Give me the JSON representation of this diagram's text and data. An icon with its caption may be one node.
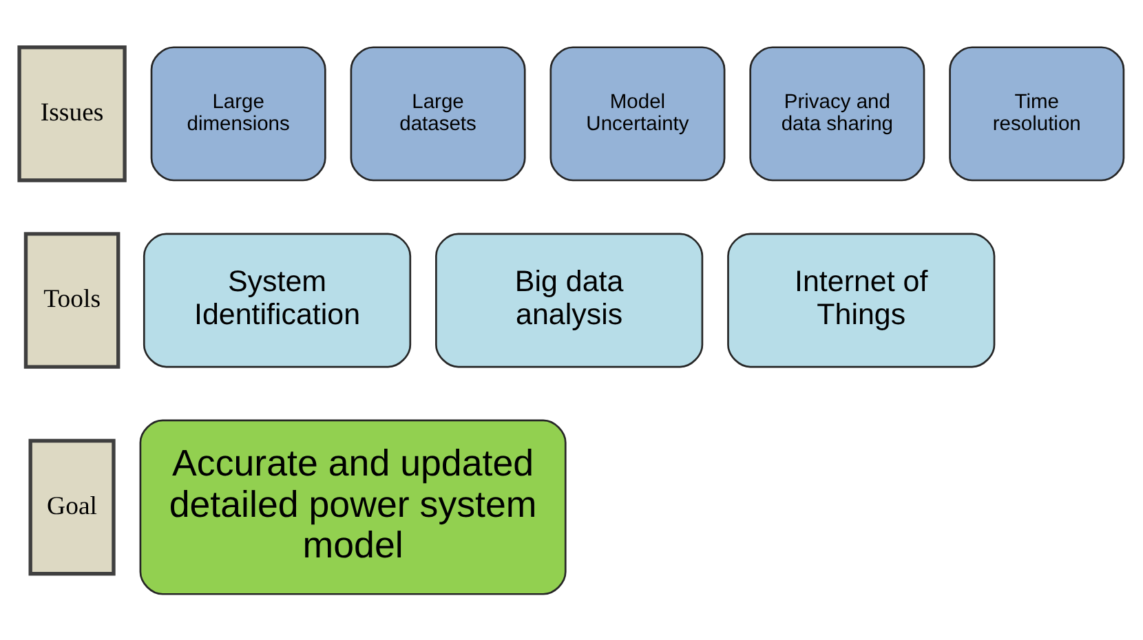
{
  "diagram": {
    "nodes": [
      {
        "text": [
          "Issues"
        ]
      },
      {
        "text": [
          "Large dimensions"
        ]
      },
      {
        "text": [
          "Large datasets"
        ]
      },
      {
        "text": [
          "Model Uncertainty"
        ]
      },
      {
        "text": [
          "Privacy and data sharing"
        ]
      },
      {
        "text": [
          "Time resolution"
        ]
      },
      {
        "text": [
          "Tools"
        ]
      },
      {
        "text": [
          "System Identification"
        ]
      },
      {
        "text": [
          "Big data analysis"
        ]
      },
      {
        "text": [
          "Internet of Things"
        ]
      },
      {
        "text": [
          "Goal"
        ]
      },
      {
        "text": [
          "Accurate and updated detailed power system model"
        ]
      }
    ]
  }
}
